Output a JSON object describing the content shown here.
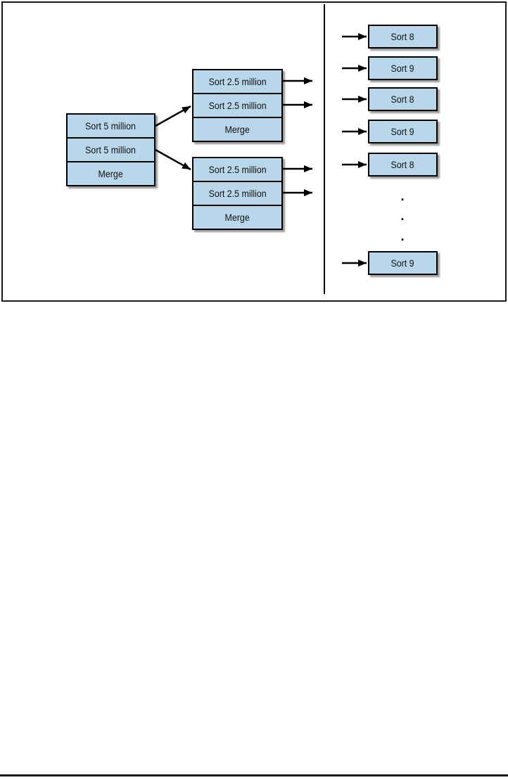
{
  "diagram": {
    "description": "Divide-and-conquer sort/merge fan-out diagram",
    "left_stack": {
      "cells": [
        "Sort 5 million",
        "Sort 5 million",
        "Merge"
      ]
    },
    "middle_stacks": [
      {
        "cells": [
          "Sort 2.5 million",
          "Sort 2.5 million",
          "Merge"
        ]
      },
      {
        "cells": [
          "Sort 2.5 million",
          "Sort 2.5 million",
          "Merge"
        ]
      }
    ],
    "right_boxes": [
      "Sort 8",
      "Sort 9",
      "Sort 8",
      "Sort 9",
      "Sort 8",
      "Sort 9"
    ],
    "ellipsis_dots": [
      ".",
      ".",
      "."
    ],
    "colors": {
      "box_fill": "#b9d7ea",
      "box_border": "#000000",
      "line": "#000000",
      "frame_border": "#1a1a1a"
    }
  }
}
